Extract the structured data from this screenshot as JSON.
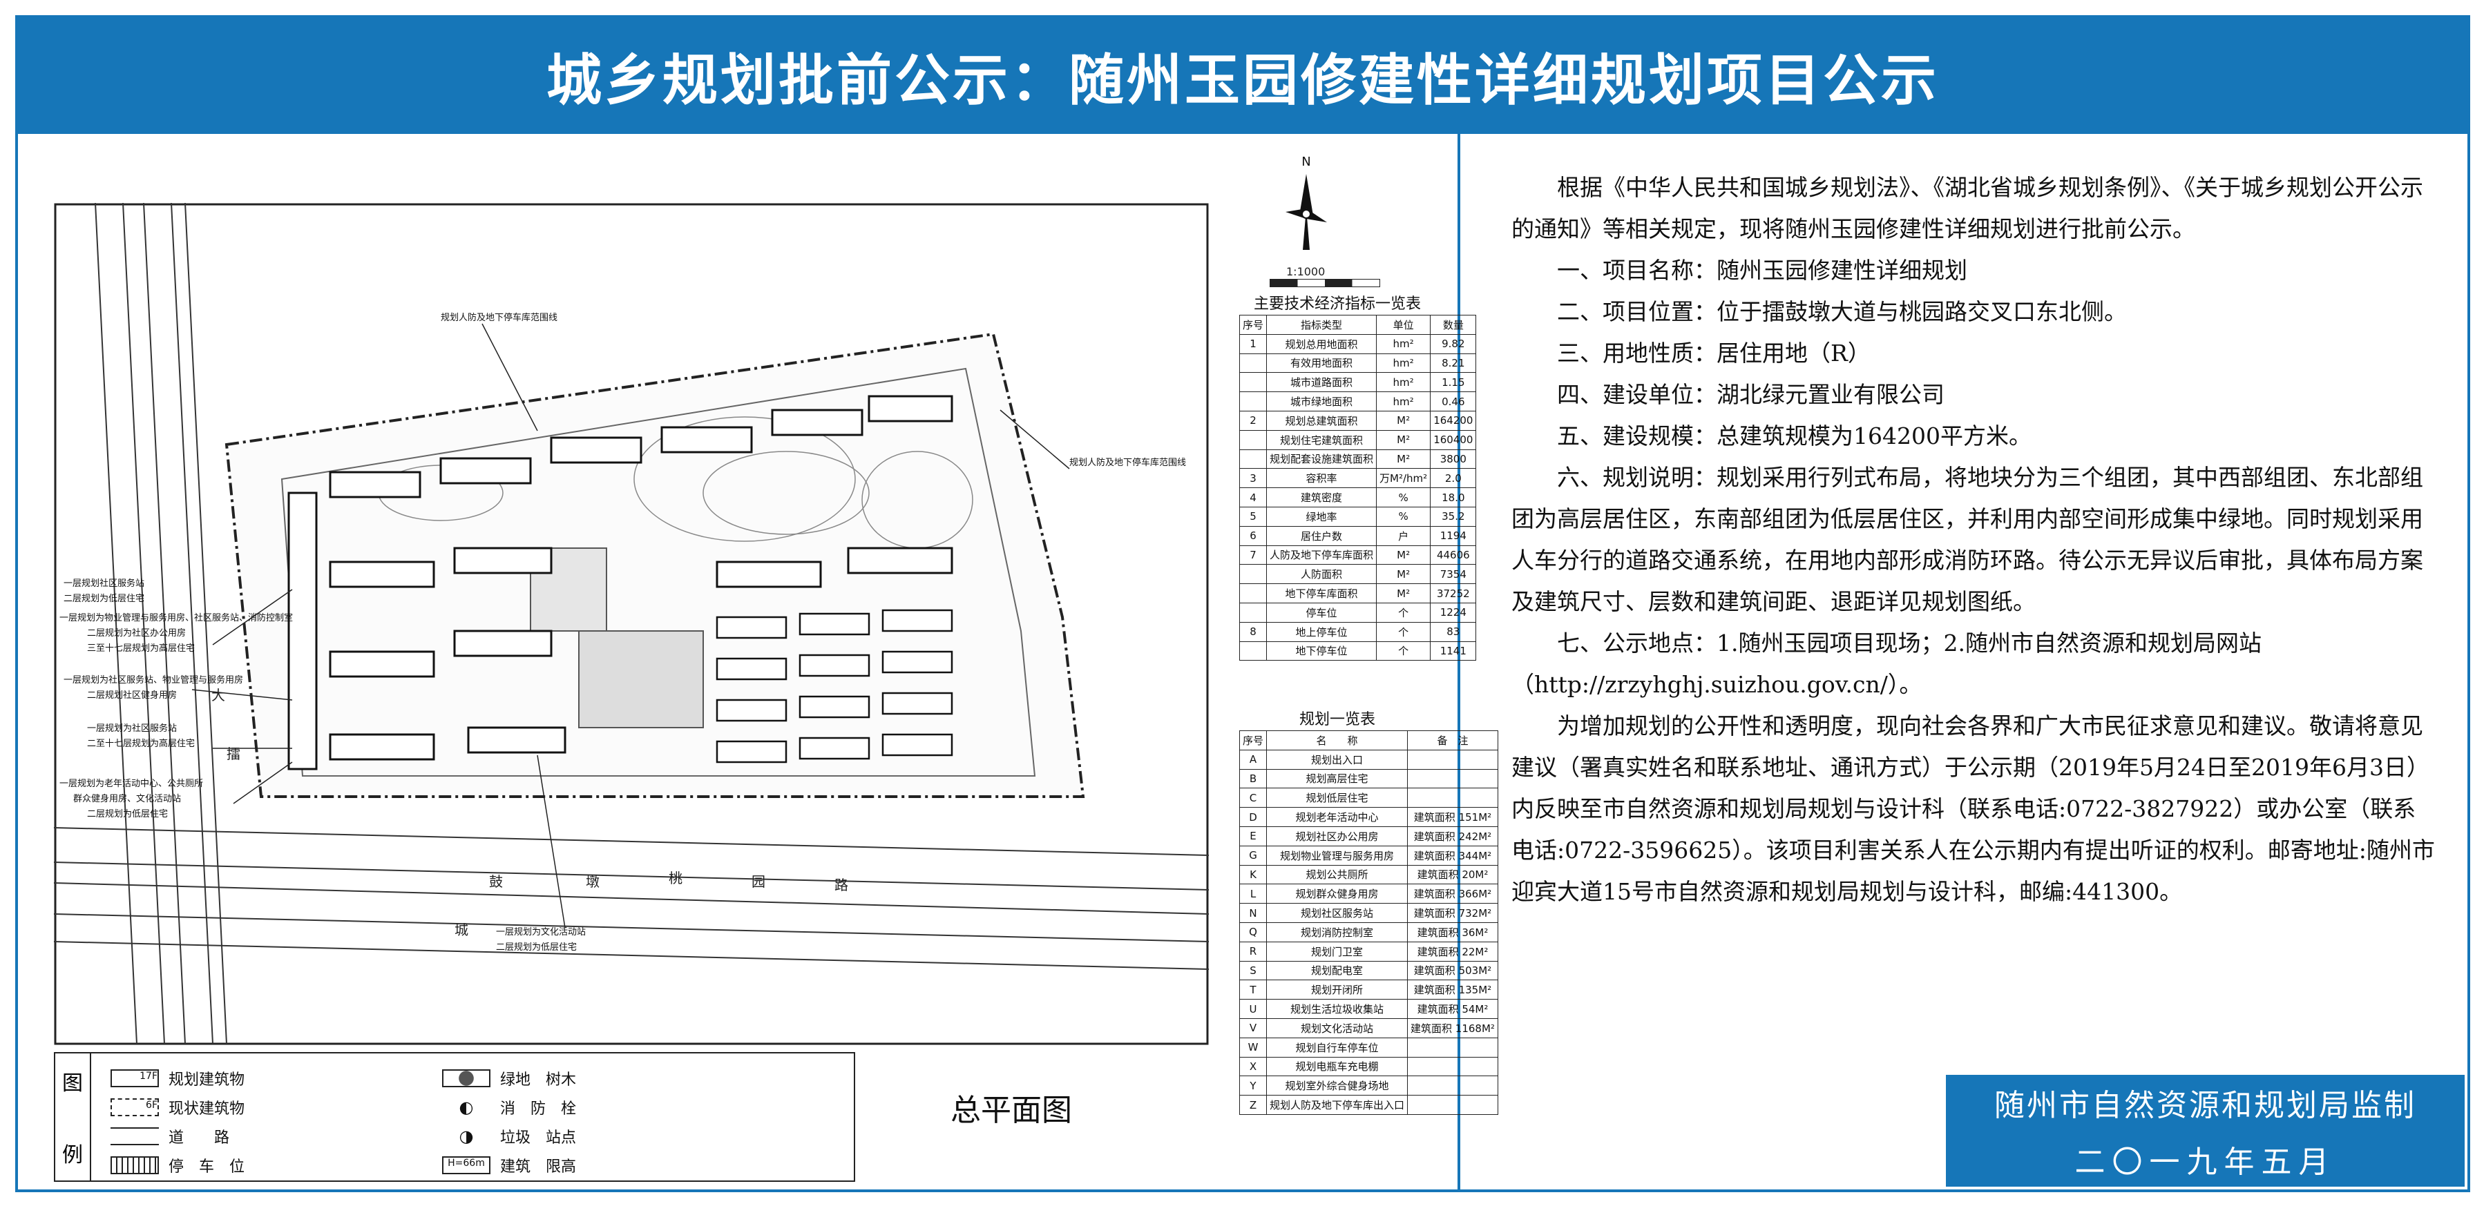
{
  "title": "城乡规划批前公示：随州玉园修建性详细规划项目公示",
  "plan": {
    "caption": "总平面图",
    "scale": "1:1000",
    "north": "N",
    "callouts": [
      "规划人防及地下停车库范围线",
      "规划人防及地下停车库范围线",
      "一层规划社区服务站",
      "二层规划为低层住宅",
      "一层规划为物业管理与服务用房、社区服务站、消防控制室",
      "二层规划为社区办公用房",
      "三至十七层规划为高层住宅",
      "一层规划为社区服务站、物业管理与服务用房",
      "二层规划社区健身用房",
      "一层规划为社区服务站",
      "二至十七层规划为高层住宅",
      "一层规划为老年活动中心、公共厕所",
      "群众健身用房、文化活动站",
      "二层规划为低层住宅",
      "一层规划为文化活动站",
      "二层规划为低层住宅"
    ],
    "roads": [
      "大",
      "擂",
      "鼓",
      "墩",
      "城",
      "桃",
      "园",
      "路"
    ]
  },
  "legend": {
    "side": [
      "图",
      "例"
    ],
    "items": [
      {
        "sym": "17F",
        "label": "规划建筑物"
      },
      {
        "sym": "6F",
        "label": "现状建筑物"
      },
      {
        "sym": "",
        "label": "道　　路"
      },
      {
        "sym": "",
        "label": "停　车　位"
      },
      {
        "sym": "",
        "label": "绿地　树木"
      },
      {
        "sym": "",
        "label": "消　防　栓"
      },
      {
        "sym": "",
        "label": "垃圾　站点"
      },
      {
        "sym": "H=66m",
        "label": "建筑　限高"
      }
    ]
  },
  "tech_table": {
    "title": "主要技术经济指标一览表",
    "headers": [
      "序号",
      "指标类型",
      "单位",
      "数量"
    ],
    "rows": [
      [
        "1",
        "规划总用地面积",
        "hm²",
        "9.82"
      ],
      [
        "",
        "有效用地面积",
        "hm²",
        "8.21"
      ],
      [
        "",
        "城市道路面积",
        "hm²",
        "1.15"
      ],
      [
        "",
        "城市绿地面积",
        "hm²",
        "0.46"
      ],
      [
        "2",
        "规划总建筑面积",
        "M²",
        "164200"
      ],
      [
        "",
        "规划住宅建筑面积",
        "M²",
        "160400"
      ],
      [
        "",
        "规划配套设施建筑面积",
        "M²",
        "3800"
      ],
      [
        "3",
        "容积率",
        "万M²/hm²",
        "2.0"
      ],
      [
        "4",
        "建筑密度",
        "%",
        "18.0"
      ],
      [
        "5",
        "绿地率",
        "%",
        "35.2"
      ],
      [
        "6",
        "居住户数",
        "户",
        "1194"
      ],
      [
        "7",
        "人防及地下停车库面积",
        "M²",
        "44606"
      ],
      [
        "",
        "人防面积",
        "M²",
        "7354"
      ],
      [
        "",
        "地下停车库面积",
        "M²",
        "37252"
      ],
      [
        "",
        "停车位",
        "个",
        "1224"
      ],
      [
        "8",
        "地上停车位",
        "个",
        "83"
      ],
      [
        "",
        "地下停车位",
        "个",
        "1141"
      ]
    ]
  },
  "plan_table": {
    "title": "规划一览表",
    "headers": [
      "序号",
      "名　　称",
      "备　注"
    ],
    "rows": [
      [
        "A",
        "规划出入口",
        ""
      ],
      [
        "B",
        "规划高层住宅",
        ""
      ],
      [
        "C",
        "规划低层住宅",
        ""
      ],
      [
        "D",
        "规划老年活动中心",
        "建筑面积 151M²"
      ],
      [
        "E",
        "规划社区办公用房",
        "建筑面积 242M²"
      ],
      [
        "G",
        "规划物业管理与服务用房",
        "建筑面积 344M²"
      ],
      [
        "K",
        "规划公共厕所",
        "建筑面积 20M²"
      ],
      [
        "L",
        "规划群众健身用房",
        "建筑面积 366M²"
      ],
      [
        "N",
        "规划社区服务站",
        "建筑面积 732M²"
      ],
      [
        "Q",
        "规划消防控制室",
        "建筑面积 36M²"
      ],
      [
        "R",
        "规划门卫室",
        "建筑面积 22M²"
      ],
      [
        "S",
        "规划配电室",
        "建筑面积 503M²"
      ],
      [
        "T",
        "规划开闭所",
        "建筑面积 135M²"
      ],
      [
        "U",
        "规划生活垃圾收集站",
        "建筑面积 54M²"
      ],
      [
        "V",
        "规划文化活动站",
        "建筑面积 1168M²"
      ],
      [
        "W",
        "规划自行车停车位",
        ""
      ],
      [
        "X",
        "规划电瓶车充电棚",
        ""
      ],
      [
        "Y",
        "规划室外综合健身场地",
        ""
      ],
      [
        "Z",
        "规划人防及地下停车库出入口",
        ""
      ]
    ]
  },
  "notice": {
    "paragraphs": [
      "根据《中华人民共和国城乡规划法》、《湖北省城乡规划条例》、《关于城乡规划公开公示的通知》等相关规定，现将随州玉园修建性详细规划进行批前公示。",
      "一、项目名称：随州玉园修建性详细规划",
      "二、项目位置：位于擂鼓墩大道与桃园路交叉口东北侧。",
      "三、用地性质：居住用地（R）",
      "四、建设单位：湖北绿元置业有限公司",
      "五、建设规模：总建筑规模为164200平方米。",
      "六、规划说明：规划采用行列式布局，将地块分为三个组团，其中西部组团、东北部组团为高层居住区，东南部组团为低层居住区，并利用内部空间形成集中绿地。同时规划采用人车分行的道路交通系统，在用地内部形成消防环路。待公示无异议后审批，具体布局方案及建筑尺寸、层数和建筑间距、退距详见规划图纸。",
      "七、公示地点：1.随州玉园项目现场；2.随州市自然资源和规划局网站（http://zrzyhghj.suizhou.gov.cn/）。",
      "为增加规划的公开性和透明度，现向社会各界和广大市民征求意见和建议。敬请将意见建议（署真实姓名和联系地址、通讯方式）于公示期（2019年5月24日至2019年6月3日）内反映至市自然资源和规划局规划与设计科（联系电话:0722-3827922）或办公室（联系电话:0722-3596625）。该项目利害关系人在公示期内有提出听证的权利。邮寄地址:随州市迎宾大道15号市自然资源和规划局规划与设计科，邮编:441300。"
    ]
  },
  "sign": {
    "org": "随州市自然资源和规划局监制",
    "date": "二〇一九年五月"
  },
  "colors": {
    "brand": "#1676b8"
  }
}
